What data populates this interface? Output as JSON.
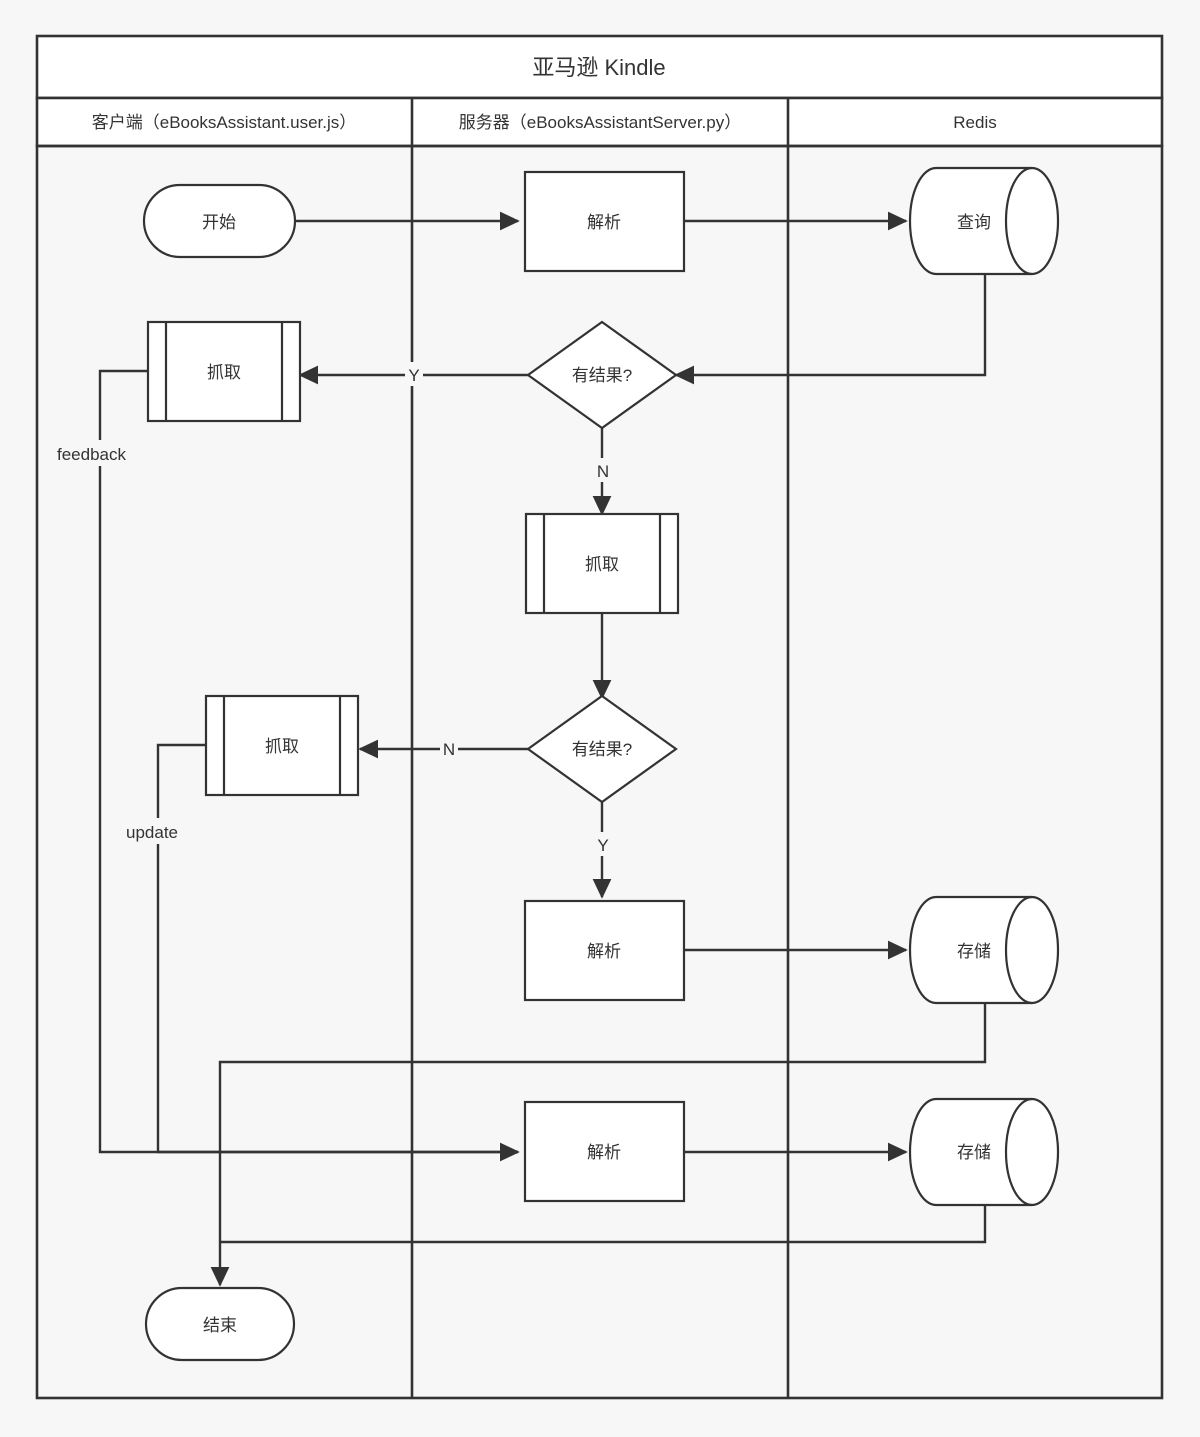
{
  "diagram": {
    "type": "flowchart",
    "title": "亚马逊 Kindle",
    "lanes": [
      {
        "id": "client",
        "label": "客户端（eBooksAssistant.user.js）"
      },
      {
        "id": "server",
        "label": "服务器（eBooksAssistantServer.py）"
      },
      {
        "id": "redis",
        "label": "Redis"
      }
    ],
    "nodes": [
      {
        "id": "start",
        "lane": "client",
        "shape": "stadium",
        "label": "开始"
      },
      {
        "id": "parse1",
        "lane": "server",
        "shape": "rectangle",
        "label": "解析"
      },
      {
        "id": "query",
        "lane": "redis",
        "shape": "cylinder",
        "label": "查询"
      },
      {
        "id": "fetch1",
        "lane": "client",
        "shape": "subroutine",
        "label": "抓取"
      },
      {
        "id": "decide1",
        "lane": "server",
        "shape": "diamond",
        "label": "有结果?"
      },
      {
        "id": "fetch2",
        "lane": "server",
        "shape": "subroutine",
        "label": "抓取"
      },
      {
        "id": "decide2",
        "lane": "server",
        "shape": "diamond",
        "label": "有结果?"
      },
      {
        "id": "fetch3",
        "lane": "client",
        "shape": "subroutine",
        "label": "抓取"
      },
      {
        "id": "parse2",
        "lane": "server",
        "shape": "rectangle",
        "label": "解析"
      },
      {
        "id": "store1",
        "lane": "redis",
        "shape": "cylinder",
        "label": "存储"
      },
      {
        "id": "parse3",
        "lane": "server",
        "shape": "rectangle",
        "label": "解析"
      },
      {
        "id": "store2",
        "lane": "redis",
        "shape": "cylinder",
        "label": "存储"
      },
      {
        "id": "end",
        "lane": "client",
        "shape": "stadium",
        "label": "结束"
      }
    ],
    "edges": [
      {
        "from": "start",
        "to": "parse1",
        "label": ""
      },
      {
        "from": "parse1",
        "to": "query",
        "label": ""
      },
      {
        "from": "query",
        "to": "decide1",
        "label": ""
      },
      {
        "from": "decide1",
        "to": "fetch1",
        "label": "Y"
      },
      {
        "from": "decide1",
        "to": "fetch2",
        "label": "N"
      },
      {
        "from": "fetch2",
        "to": "decide2",
        "label": ""
      },
      {
        "from": "decide2",
        "to": "fetch3",
        "label": "N"
      },
      {
        "from": "decide2",
        "to": "parse2",
        "label": "Y"
      },
      {
        "from": "parse2",
        "to": "store1",
        "label": ""
      },
      {
        "from": "fetch1",
        "to": "parse3",
        "label": "feedback"
      },
      {
        "from": "fetch3",
        "to": "parse3",
        "label": "update"
      },
      {
        "from": "parse3",
        "to": "store2",
        "label": ""
      },
      {
        "from": "store1",
        "to": "end",
        "label": ""
      },
      {
        "from": "store2",
        "to": "end",
        "label": ""
      }
    ],
    "edge_labels": {
      "yes": "Y",
      "no": "N",
      "feedback": "feedback",
      "update": "update"
    },
    "colors": {
      "background": "#f7f7f7",
      "band_fill": "#ffffff",
      "stroke": "#333333",
      "node_fill": "#ffffff",
      "text": "#333333"
    }
  }
}
